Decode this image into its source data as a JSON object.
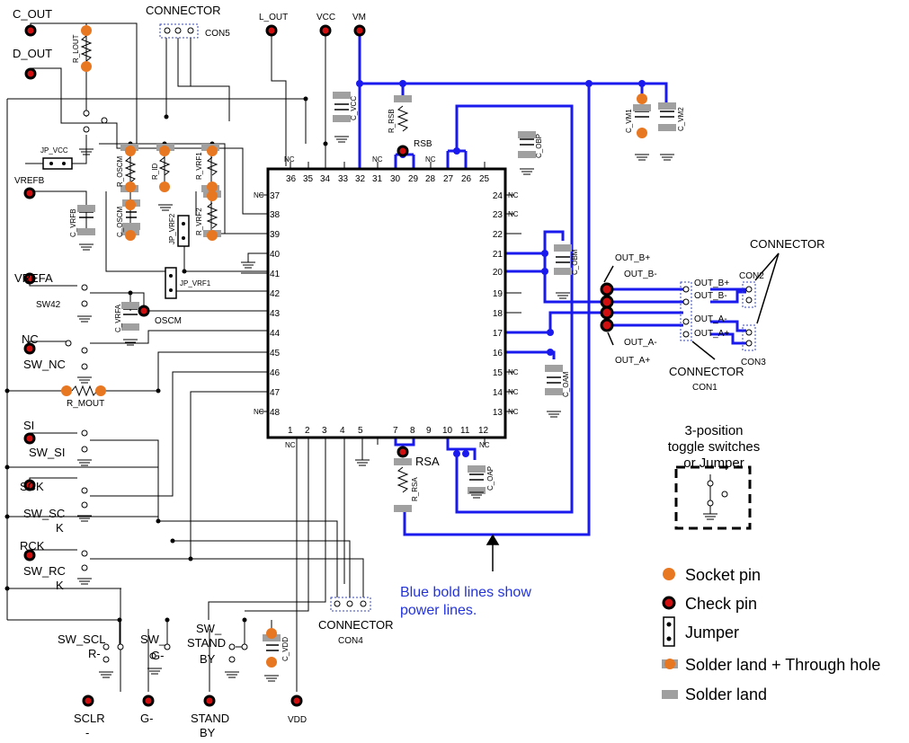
{
  "signals_left": {
    "c_out": "C_OUT",
    "d_out": "D_OUT",
    "vrefb": "VREFB",
    "vrefa": "VREFA",
    "sw42": "SW42",
    "nc": "NC",
    "sw_nc": "SW_NC",
    "si": "SI",
    "sw_si": "SW_SI",
    "sck": "SCK",
    "sw_sc": "SW_SC",
    "k1": "K",
    "rck": "RCK",
    "sw_rc": "SW_RC",
    "k2": "K",
    "r_mout": "R_MOUT"
  },
  "signals_top": {
    "connector": "CONNECTOR",
    "con5": "CON5",
    "l_out": "L_OUT",
    "vcc": "VCC",
    "vm": "VM"
  },
  "components": {
    "r_lout": "R_LOUT",
    "jp_vcc": "JP_VCC",
    "r_oscm": "R_OSCM",
    "r_id": "R_ID",
    "r_vrf1": "R_VRF1",
    "c_oscm": "C_OSCM",
    "r_vrf2": "R_VRF2",
    "jp_vrf2": "JP_VRF2",
    "jp_vrf1": "JP_VRF1",
    "c_vrfb": "C_VRFB",
    "c_vrfa": "C_VRFA",
    "oscm": "OSCM",
    "c_vcc": "C_VCC",
    "r_rsb": "R_RSB",
    "rsb": "RSB",
    "c_obp": "C_OBP",
    "c_vm1": "C_VM1",
    "c_vm2": "C_VM2",
    "c_obm": "C_OBM",
    "c_oam": "C_OAM",
    "rsa": "RSA",
    "r_rsa": "R_RSA",
    "c_oap": "C_OAP",
    "c_vdd": "C_VDD"
  },
  "ic": {
    "top_pins": [
      "36",
      "35",
      "34",
      "33",
      "32",
      "31",
      "30",
      "29",
      "28",
      "27",
      "26",
      "25"
    ],
    "top_nc": [
      "NC",
      "NC",
      "NC"
    ],
    "right_pins": [
      "24",
      "23",
      "22",
      "21",
      "20",
      "19",
      "18",
      "17",
      "16",
      "15",
      "14",
      "13"
    ],
    "right_nc": [
      "NC",
      "NC",
      "NC",
      "NC",
      "NC"
    ],
    "bottom_pins": [
      "1",
      "2",
      "3",
      "4",
      "5",
      "7",
      "8",
      "9",
      "10",
      "11",
      "12"
    ],
    "bottom_nc": [
      "NC",
      "NC"
    ],
    "left_pins": [
      "37",
      "38",
      "39",
      "40",
      "41",
      "42",
      "43",
      "44",
      "45",
      "46",
      "47",
      "48"
    ],
    "left_nc": [
      "NC",
      "NC"
    ]
  },
  "outputs": {
    "out_b_plus": "OUT_B+",
    "out_b_minus": "OUT_B-",
    "out_a_minus": "OUT_A-",
    "out_a_plus": "OUT_A+",
    "con_out_b_plus": "OUT_B+",
    "con_out_b_minus": "OUT_B-",
    "con_out_a_minus": "OUT_A-",
    "con_out_a_plus": "OUT_A+",
    "connector_r": "CONNECTOR",
    "con2": "CON2",
    "con3": "CON3",
    "connector_b": "CONNECTOR",
    "con1": "CON1"
  },
  "bottom": {
    "sw_scl": "SW_SCL",
    "r_minus": "R-",
    "sw_g": "SW_",
    "g_minus1": "G-",
    "sw_stand": "SW_",
    "stand": "STAND",
    "by": "BY",
    "sclr": "SCLR",
    "dash": "-",
    "g_minus2": "G-",
    "stand2": "STAND",
    "by2": "BY",
    "vdd": "VDD",
    "connector4": "CONNECTOR",
    "con4": "CON4"
  },
  "notes": {
    "toggle_line1": "3-position",
    "toggle_line2": "toggle switches",
    "toggle_line3": "or Jumper",
    "power_line1": "Blue bold lines show",
    "power_line2": "power lines."
  },
  "legend": {
    "socket": "Socket pin",
    "check": "Check pin",
    "jumper": "Jumper",
    "solder_th": "Solder land + Through hole",
    "solder": "Solder land"
  },
  "colors": {
    "power": "#1a1aee",
    "socket": "#e87722",
    "check": "#d01010",
    "land": "#a0a0a0"
  }
}
